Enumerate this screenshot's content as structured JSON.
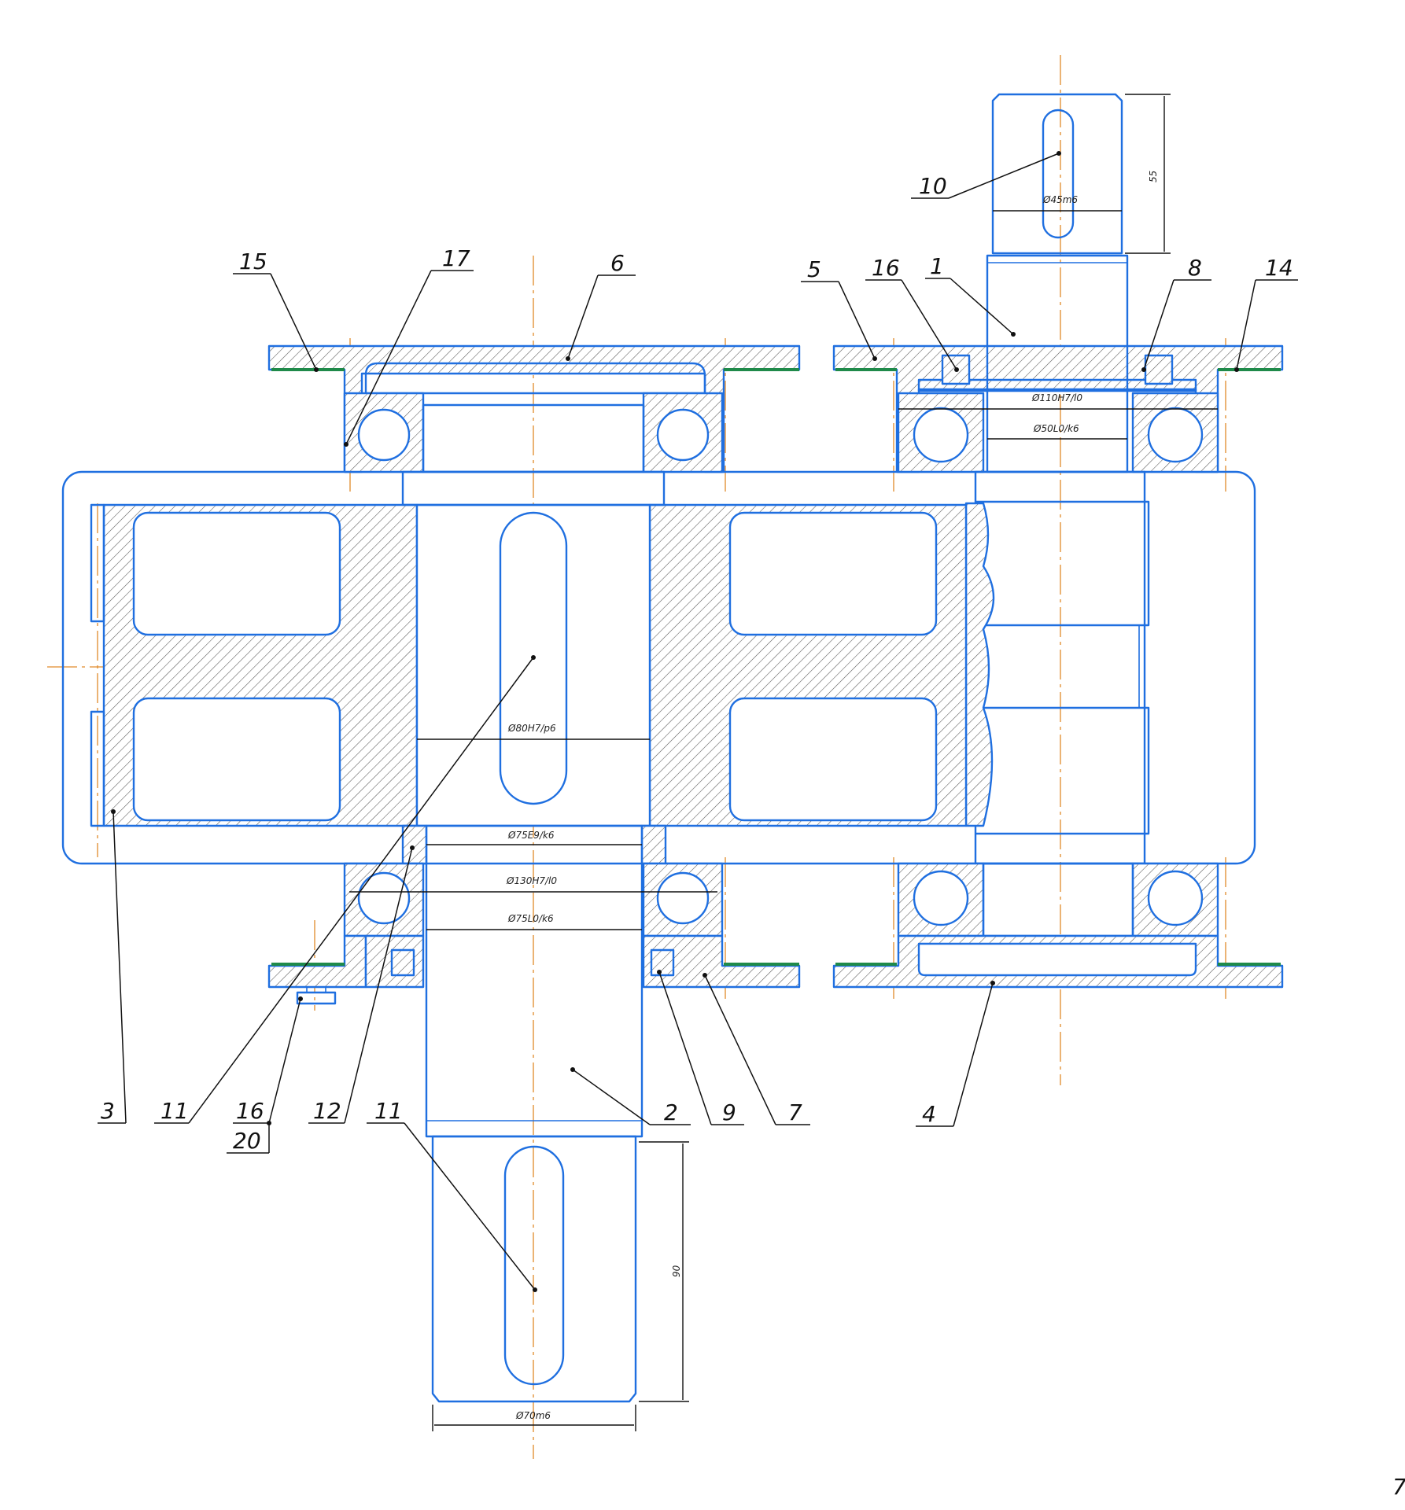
{
  "drawing": {
    "part_labels": {
      "p1": "1",
      "p2": "2",
      "p3": "3",
      "p4": "4",
      "p5": "5",
      "p6": "6",
      "p7": "7",
      "p8": "8",
      "p9": "9",
      "p10": "10",
      "p11a": "11",
      "p11b": "11",
      "p12": "12",
      "p14": "14",
      "p15": "15",
      "p16a": "16",
      "p16b": "16",
      "p17": "17",
      "p20": "20"
    },
    "dimensions": {
      "d45m6": "Ø45m6",
      "len55": "55",
      "d110": "Ø110H7/l0",
      "d50": "Ø50L0/k6",
      "d80": "Ø80H7/p6",
      "d75e9": "Ø75E9/k6",
      "d130": "Ø130H7/l0",
      "d75l0": "Ø75L0/k6",
      "len90": "90",
      "d70m6": "Ø70m6"
    },
    "corner_text": "7"
  }
}
